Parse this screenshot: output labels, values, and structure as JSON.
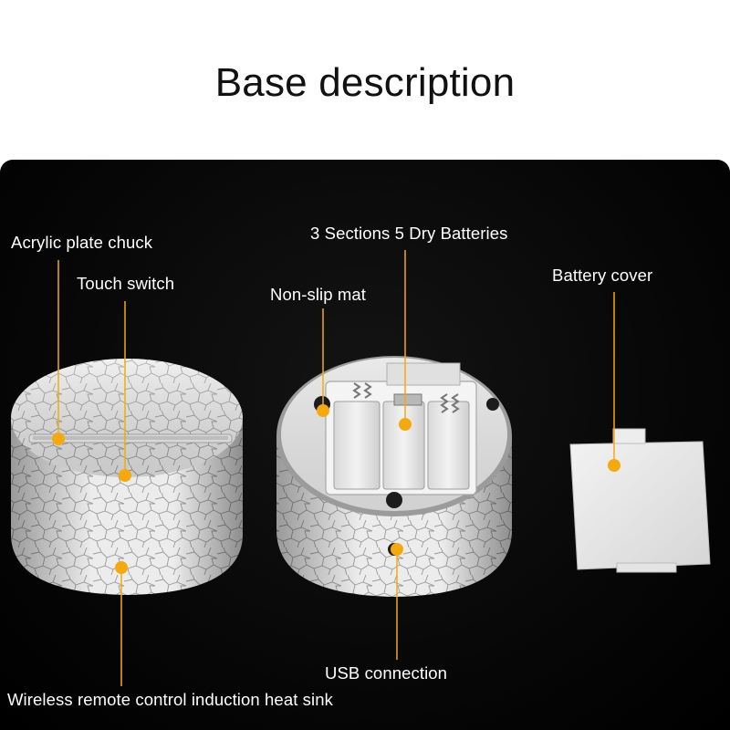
{
  "title": "Base description",
  "labels": {
    "acrylic_chuck": "Acrylic plate chuck",
    "touch_switch": "Touch switch",
    "batteries": "3 Sections 5 Dry Batteries",
    "non_slip_mat": "Non-slip mat",
    "battery_cover": "Battery cover",
    "usb": "USB connection",
    "heat_sink": "Wireless remote control induction heat sink"
  },
  "colors": {
    "marker": "#f5a911",
    "background": "#000000",
    "base_white": "#e9e9e9"
  }
}
